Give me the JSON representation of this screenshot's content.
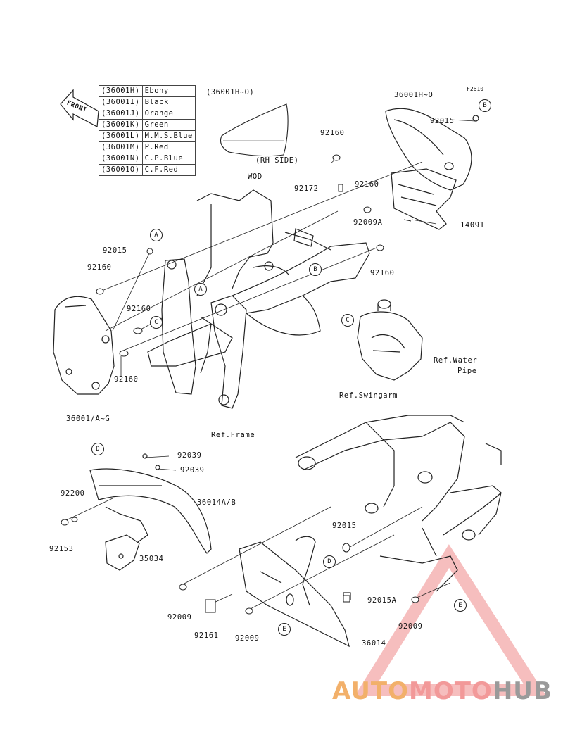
{
  "figure_code": "F2610",
  "front_arrow_label": "FRONT",
  "variant_table": [
    {
      "code": "(36001H)",
      "color": "Ebony"
    },
    {
      "code": "(36001I)",
      "color": "Black"
    },
    {
      "code": "(36001J)",
      "color": "Orange"
    },
    {
      "code": "(36001K)",
      "color": "Green"
    },
    {
      "code": "(36001L)",
      "color": "M.M.S.Blue"
    },
    {
      "code": "(36001M)",
      "color": "P.Red"
    },
    {
      "code": "(36001N)",
      "color": "C.P.Blue"
    },
    {
      "code": "(36001O)",
      "color": "C.F.Red"
    }
  ],
  "inset": {
    "title": "(36001H~O)",
    "side": "(RH SIDE)",
    "footer": "WOD"
  },
  "part_labels": {
    "p36001H_O": "36001H~O",
    "p92015_top": "92015",
    "p92160_a": "92160",
    "p92172": "92172",
    "p92160_b": "92160",
    "p92009A": "92009A",
    "p14091": "14091",
    "p92160_c": "92160",
    "p92015_left": "92015",
    "p92160_d": "92160",
    "p92160_e": "92160",
    "p92160_f": "92160",
    "p36001_A_G": "36001/A~G",
    "ref_water_pipe_1": "Ref.Water",
    "ref_water_pipe_2": "Pipe",
    "ref_frame": "Ref.Frame",
    "ref_swingarm": "Ref.Swingarm",
    "p92039_a": "92039",
    "p92039_b": "92039",
    "p92200": "92200",
    "p36014A_B": "36014A/B",
    "p92153": "92153",
    "p35034": "35034",
    "p92015_mid": "92015",
    "p92015A": "92015A",
    "p92009_a": "92009",
    "p92161": "92161",
    "p92009_b": "92009",
    "p36014": "36014",
    "p92009_c": "92009"
  },
  "ref_markers": {
    "A": "A",
    "B": "B",
    "C": "C",
    "D": "D",
    "E": "E"
  },
  "brand": {
    "part1": "AUTO",
    "part2": "MOTO",
    "part3": "HUB"
  }
}
